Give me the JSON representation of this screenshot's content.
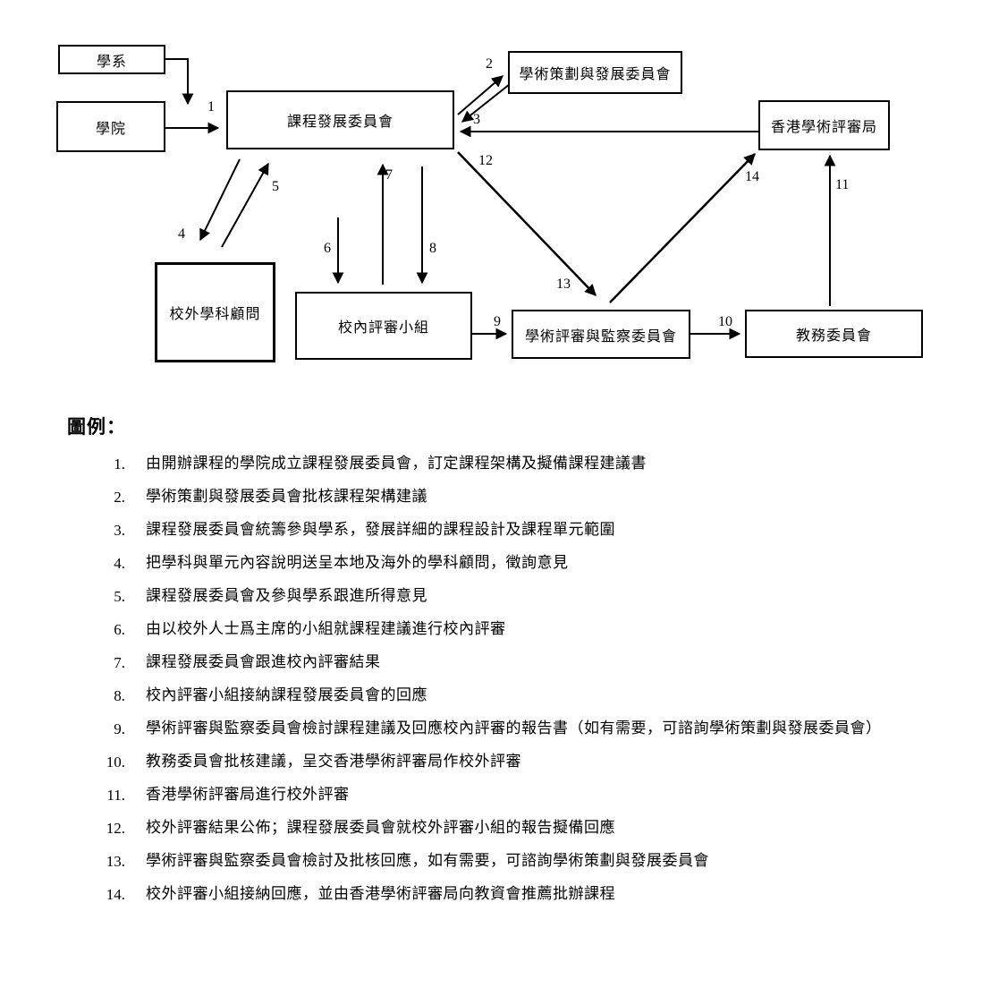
{
  "diagram": {
    "nodes": {
      "department": "學系",
      "faculty": "學院",
      "pdc": "課程發展委員會",
      "apdc": "學術策劃與發展委員會",
      "hkcaa": "香港學術評審局",
      "external_advisors": "校外學科顧問",
      "internal_panel": "校內評審小組",
      "avmc": "學術評審與監察委員會",
      "academic_board": "教務委員會"
    },
    "steps": [
      "1",
      "2",
      "3",
      "4",
      "5",
      "6",
      "7",
      "8",
      "9",
      "10",
      "11",
      "12",
      "13",
      "14"
    ]
  },
  "legend": {
    "title": "圖例：",
    "items": [
      {
        "num": "1.",
        "text": "由開辦課程的學院成立課程發展委員會，訂定課程架構及擬備課程建議書"
      },
      {
        "num": "2.",
        "text": "學術策劃與發展委員會批核課程架構建議"
      },
      {
        "num": "3.",
        "text": "課程發展委員會統籌參與學系，發展詳細的課程設計及課程單元範圍"
      },
      {
        "num": "4.",
        "text": "把學科與單元內容說明送呈本地及海外的學科顧問，徵詢意見"
      },
      {
        "num": "5.",
        "text": "課程發展委員會及參與學系跟進所得意見"
      },
      {
        "num": "6.",
        "text": "由以校外人士爲主席的小組就課程建議進行校內評審"
      },
      {
        "num": "7.",
        "text": "課程發展委員會跟進校內評審結果"
      },
      {
        "num": "8.",
        "text": "校內評審小組接納課程發展委員會的回應"
      },
      {
        "num": "9.",
        "text": "學術評審與監察委員會檢討課程建議及回應校內評審的報告書（如有需要，可諮詢學術策劃與發展委員會）"
      },
      {
        "num": "10.",
        "text": "教務委員會批核建議，呈交香港學術評審局作校外評審"
      },
      {
        "num": "11.",
        "text": "香港學術評審局進行校外評審"
      },
      {
        "num": "12.",
        "text": "校外評審結果公佈；課程發展委員會就校外評審小組的報告擬備回應"
      },
      {
        "num": "13.",
        "text": "學術評審與監察委員會檢討及批核回應，如有需要，可諮詢學術策劃與發展委員會"
      },
      {
        "num": "14.",
        "text": "校外評審小組接納回應，並由香港學術評審局向教資會推薦批辦課程"
      }
    ]
  }
}
